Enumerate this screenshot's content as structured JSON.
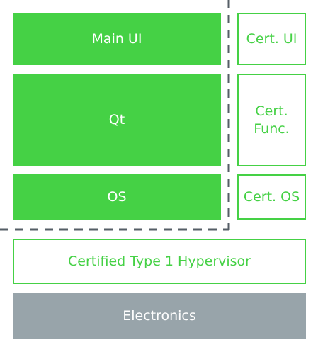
{
  "diagram": {
    "colors": {
      "accent": "#45d145",
      "hardware": "#98a4aa",
      "dashed_line": "#555e66",
      "background": "#ffffff"
    },
    "main_ui": {
      "label": "Main UI"
    },
    "qt": {
      "label": "Qt"
    },
    "os": {
      "label": "OS"
    },
    "cert_ui": {
      "label": "Cert. UI"
    },
    "cert_func": {
      "label": "Cert.\nFunc."
    },
    "cert_os": {
      "label": "Cert. OS"
    },
    "hypervisor": {
      "label": "Certified Type 1 Hypervisor"
    },
    "electronics": {
      "label": "Electronics"
    }
  }
}
